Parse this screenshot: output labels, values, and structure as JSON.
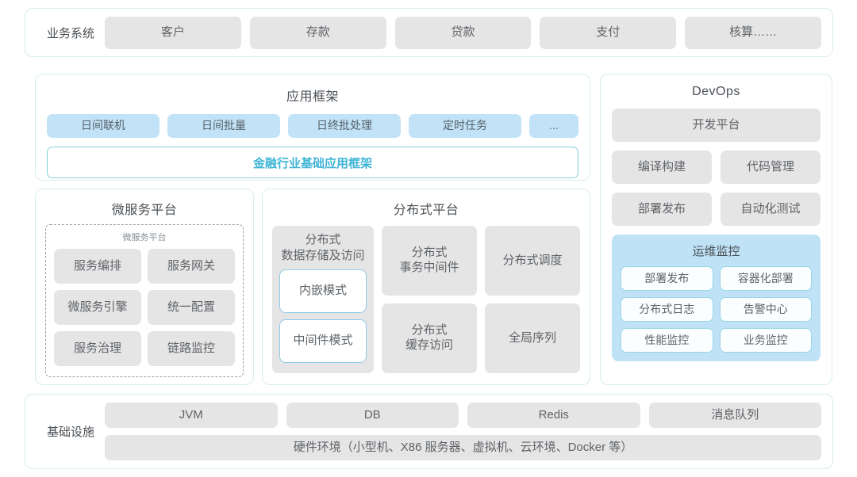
{
  "business_systems": {
    "label": "业务系统",
    "items": [
      "客户",
      "存款",
      "贷款",
      "支付",
      "核算……"
    ]
  },
  "app_framework": {
    "title": "应用框架",
    "pills": [
      "日间联机",
      "日间批量",
      "日终批处理",
      "定时任务",
      "..."
    ],
    "framework_bar": "金融行业基础应用框架"
  },
  "microservice_platform": {
    "title": "微服务平台",
    "inner_title": "微服务平台",
    "items": [
      "服务编排",
      "服务网关",
      "微服务引擎",
      "统一配置",
      "服务治理",
      "链路监控"
    ]
  },
  "distributed_platform": {
    "title": "分布式平台",
    "left_label": "分布式\n数据存储及访问",
    "left_label_line1": "分布式",
    "left_label_line2": "数据存储及访问",
    "left_modes": [
      "内嵌模式",
      "中间件模式"
    ],
    "right_items": [
      "分布式\n事务中间件",
      "分布式调度",
      "分布式\n缓存访问",
      "全局序列"
    ],
    "right_items_lines": [
      [
        "分布式",
        "事务中间件"
      ],
      [
        "分布式调度"
      ],
      [
        "分布式",
        "缓存访问"
      ],
      [
        "全局序列"
      ]
    ]
  },
  "devops": {
    "title": "DevOps",
    "platform": "开发平台",
    "items": [
      "编译构建",
      "代码管理",
      "部署发布",
      "自动化测试"
    ],
    "ops_monitor": {
      "title": "运维监控",
      "items": [
        "部署发布",
        "容器化部署",
        "分布式日志",
        "告警中心",
        "性能监控",
        "业务监控"
      ]
    }
  },
  "infrastructure": {
    "label": "基础设施",
    "items": [
      "JVM",
      "DB",
      "Redis",
      "消息队列"
    ],
    "hardware": "硬件环境（小型机、X86 服务器、虚拟机、云环境、Docker 等）"
  },
  "colors": {
    "panel_border": "#d9ecef",
    "chip_gray": "#e6e5e5",
    "chip_blue": "#c2e3f7",
    "accent_teal": "#3fb4d6",
    "ops_monitor_bg": "#bfe2f7"
  }
}
